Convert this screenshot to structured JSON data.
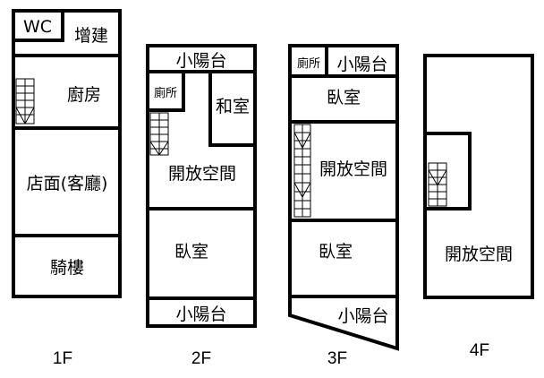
{
  "floors": {
    "f1": {
      "label": "1F",
      "rooms": {
        "wc": "WC",
        "extension": "增建",
        "kitchen": "廚房",
        "shop": "店面(客廳)",
        "arcade": "騎樓"
      }
    },
    "f2": {
      "label": "2F",
      "rooms": {
        "balcony_top": "小陽台",
        "toilet": "廁所",
        "tatami": "和室",
        "open_space": "開放空間",
        "bedroom": "臥室",
        "balcony_bottom": "小陽台"
      }
    },
    "f3": {
      "label": "3F",
      "rooms": {
        "toilet": "廁所",
        "balcony_top": "小陽台",
        "bedroom_top": "臥室",
        "open_space": "開放空間",
        "bedroom": "臥室",
        "balcony_bottom": "小陽台"
      }
    },
    "f4": {
      "label": "4F",
      "rooms": {
        "open_space": "開放空間"
      }
    }
  },
  "colors": {
    "line": "#000000",
    "background": "#ffffff"
  }
}
